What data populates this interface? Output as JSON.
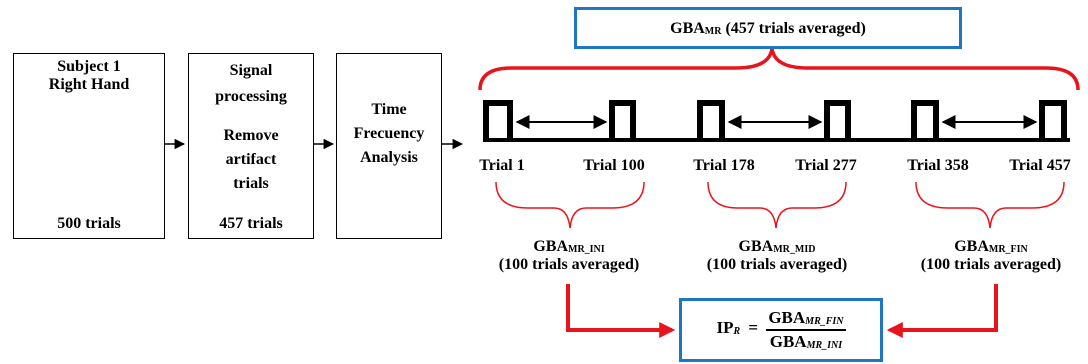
{
  "subject_box": {
    "line1": "Subject 1",
    "line2": "Right Hand",
    "trials": "500 trials"
  },
  "signal_box": {
    "line1": "Signal",
    "line2": "processing",
    "line3": "Remove",
    "line4": "artifact",
    "line5": "trials",
    "trials": "457 trials"
  },
  "tf_box": {
    "line1": "Time",
    "line2": "Frecuency",
    "line3": "Analysis"
  },
  "gba_top": {
    "prefix": "GBA",
    "sub": "MR",
    "suffix": " (457 trials averaged)"
  },
  "trial_labels": [
    "Trial 1",
    "Trial 100",
    "Trial 178",
    "Trial 277",
    "Trial 358",
    "Trial 457"
  ],
  "groups": [
    {
      "prefix": "GBA",
      "sub": "MR_INI",
      "detail": "(100 trials averaged)"
    },
    {
      "prefix": "GBA",
      "sub": "MR_MID",
      "detail": "(100 trials averaged)"
    },
    {
      "prefix": "GBA",
      "sub": "MR_FIN",
      "detail": "(100 trials averaged)"
    }
  ],
  "formula": {
    "lhs": "IP",
    "lhs_sub": "R",
    "eq": "=",
    "num": "GBA",
    "num_sub": "MR_FIN",
    "den": "GBA",
    "den_sub": "MR_INI"
  },
  "colors": {
    "brace": "#e8141c",
    "arrow_red": "#e8141c",
    "blue_box": "#1f77c4",
    "black": "#000000"
  }
}
